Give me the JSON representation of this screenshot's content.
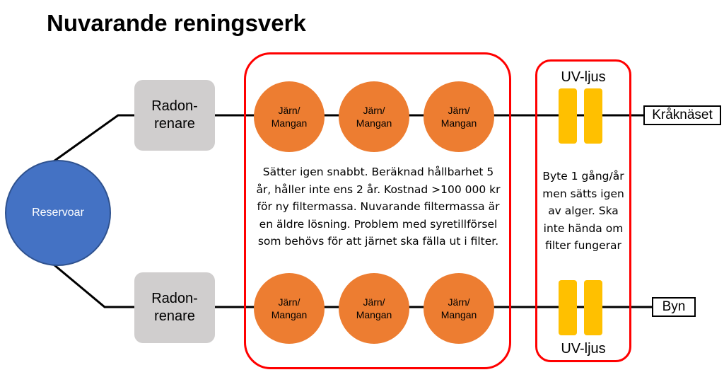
{
  "title": "Nuvarande reningsverk",
  "reservoir": {
    "label": "Reservoar"
  },
  "radon_label": "Radon-\nrenare",
  "filter_label": "Järn/\nMangan",
  "filter_note": "Sätter igen snabbt. Beräknad hållbarhet 5 år, håller inte ens 2 år. Kostnad >100 000 kr för ny filtermassa. Nuvarande filtermassa är en äldre lösning. Problem med syretillförsel som behövs för att järnet ska fälla ut i filter.",
  "uv": {
    "top_label": "UV-ljus",
    "bottom_label": "UV-ljus",
    "note": "Byte 1 gång/år men sätts igen av alger. Ska inte hända om filter fungerar"
  },
  "destinations": {
    "top": "Kråknäset",
    "bottom": "Byn"
  },
  "colors": {
    "reservoir": "#4472c4",
    "radon": "#d0cece",
    "filter": "#ed7d31",
    "uv": "#ffc000",
    "highlight_border": "#ff0000"
  }
}
